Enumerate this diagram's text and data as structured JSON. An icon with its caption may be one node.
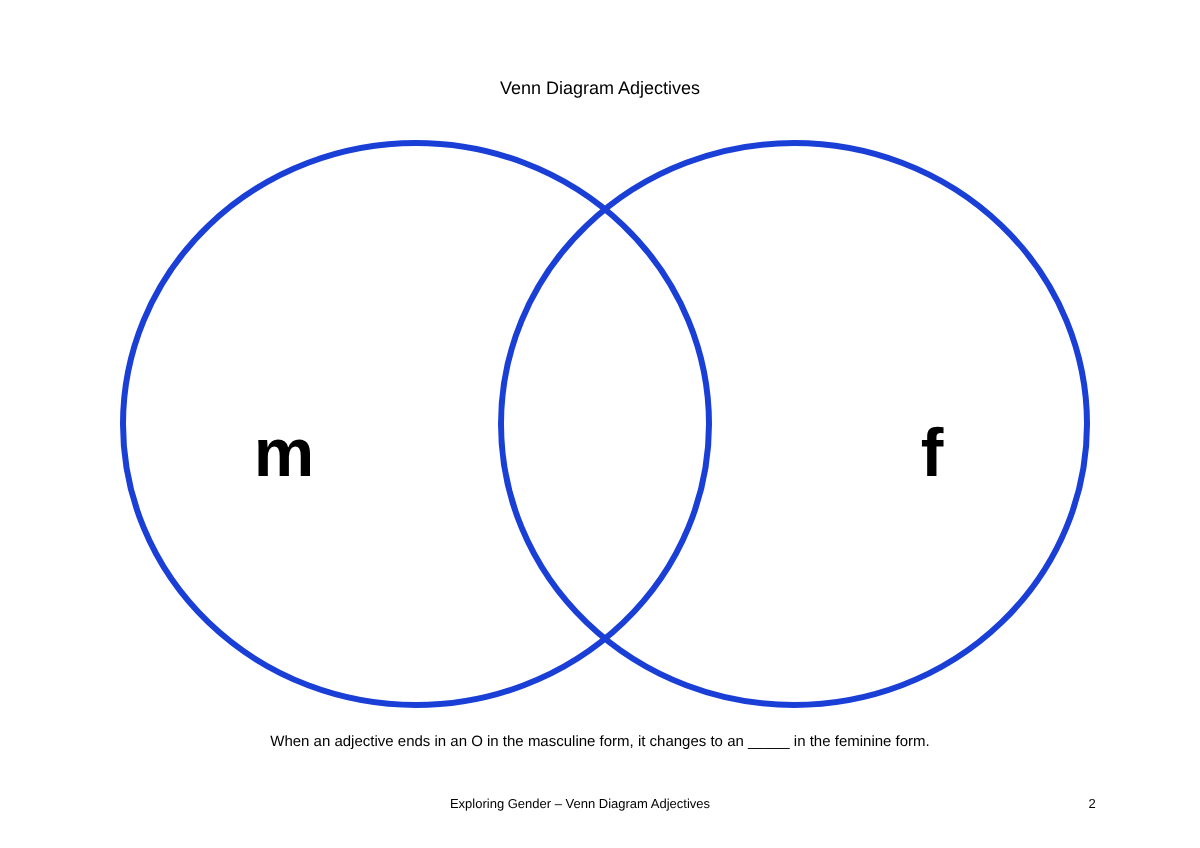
{
  "diagram": {
    "title": "Venn Diagram Adjectives",
    "nodes": [
      {
        "text": [
          "m"
        ]
      },
      {
        "text": [
          "f"
        ]
      }
    ],
    "labels": [
      "When an adjective ends in an O in the masculine form, it changes to an _____ in the feminine form.",
      "Exploring Gender – Venn Diagram Adjectives",
      "2"
    ]
  }
}
